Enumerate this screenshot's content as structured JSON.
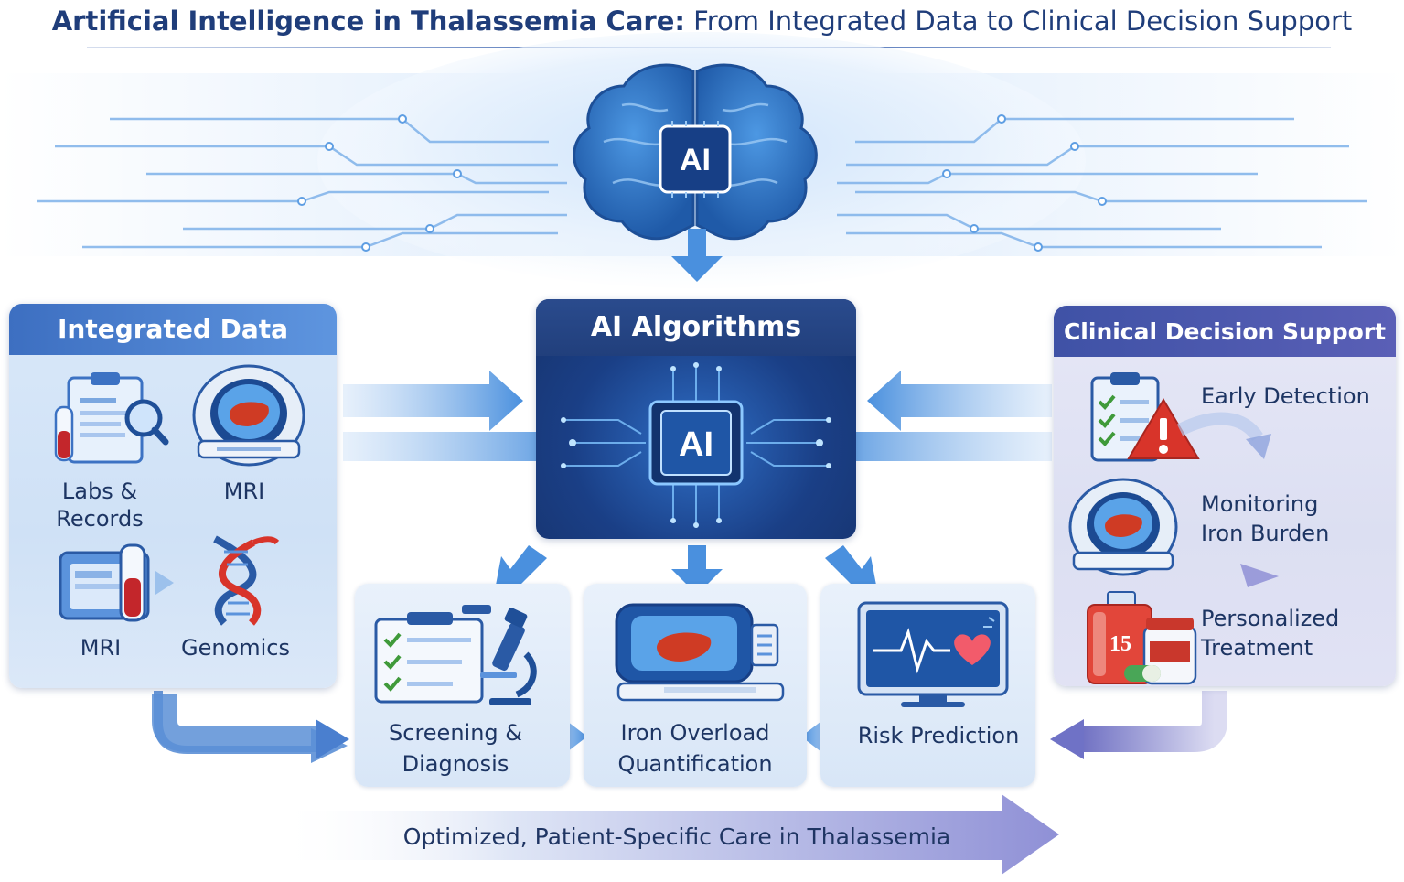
{
  "title": {
    "bold": "Artificial Intelligence in Thalassemia Care:",
    "rest": " From Integrated Data to Clinical Decision Support"
  },
  "brain_chip_label": "AI",
  "integrated_data": {
    "title": "Integrated Data",
    "items": [
      {
        "label_line1": "Labs &",
        "label_line2": "Records",
        "icon": "lab-records-icon"
      },
      {
        "label_line1": "MRI",
        "icon": "mri-scanner-icon"
      },
      {
        "label_line1": "MRI",
        "icon": "mri-report-icon"
      },
      {
        "label_line1": "Genomics",
        "icon": "dna-icon"
      }
    ]
  },
  "ai_algorithms": {
    "title": "AI Algorithms",
    "chip_label": "AI"
  },
  "clinical_support": {
    "title": "Clinical Decision Support",
    "items": [
      {
        "label_line1": "Early Detection",
        "icon": "checklist-warning-icon"
      },
      {
        "label_line1": "Monitoring",
        "label_line2": "Iron Burden",
        "icon": "mri-scanner-icon"
      },
      {
        "label_line1": "Personalized",
        "label_line2": "Treatment",
        "icon": "medication-icon"
      }
    ]
  },
  "outputs": [
    {
      "line1": "Screening &",
      "line2": "Diagnosis",
      "icon": "microscope-checklist-icon"
    },
    {
      "line1": "Iron Overload",
      "line2": "Quantification",
      "icon": "liver-scan-icon"
    },
    {
      "line1": "Risk Prediction",
      "icon": "heart-monitor-icon"
    }
  ],
  "med_label": "15",
  "bottom_banner": "Optimized, Patient-Specific Care in Thalassemia",
  "colors": {
    "title": "#1f3d7a",
    "navy": "#2a4b8d",
    "blue": "#3f7fd0",
    "arrow": "#4a90de",
    "purple": "#7a79c9",
    "red": "#d8342a"
  }
}
